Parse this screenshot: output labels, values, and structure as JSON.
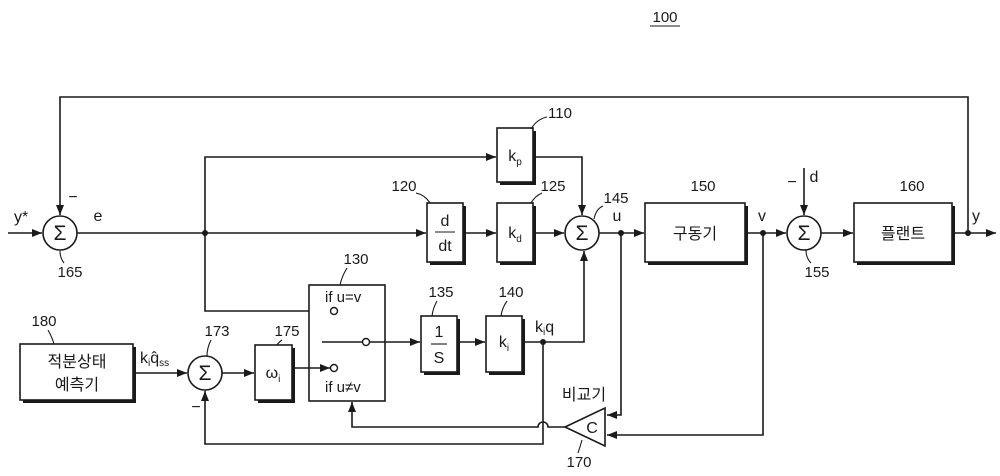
{
  "figure_number": "100",
  "sum_symbol": "Σ",
  "junctions": {
    "s165": {
      "ref": "165",
      "sign": "−"
    },
    "s145": {
      "ref": "145"
    },
    "s155": {
      "ref": "155",
      "sign": "−"
    },
    "s173": {
      "ref": "173",
      "sign": "−"
    }
  },
  "blocks": {
    "kp": {
      "ref": "110",
      "main": "k",
      "sub": "p"
    },
    "deriv": {
      "ref": "120",
      "num": "d",
      "den": "dt"
    },
    "kd": {
      "ref": "125",
      "main": "k",
      "sub": "d"
    },
    "driver": {
      "ref": "150",
      "label": "구동기"
    },
    "plant": {
      "ref": "160",
      "label": "플랜트"
    },
    "switch": {
      "ref": "130",
      "top": "if u=v",
      "bottom": "if u≠v"
    },
    "integrator": {
      "ref": "135",
      "num": "1",
      "den": "S"
    },
    "ki": {
      "ref": "140",
      "main": "k",
      "sub": "i"
    },
    "estimator": {
      "ref": "180",
      "line1": "적분상태",
      "line2": "예측기"
    },
    "omega": {
      "ref": "175",
      "main": "ω",
      "sub": "i"
    },
    "comparator": {
      "ref": "170",
      "label": "비교기",
      "symbol": "C"
    }
  },
  "signals": {
    "reference": "y*",
    "error": "e",
    "u": "u",
    "v": "v",
    "disturbance": "d",
    "output": "y",
    "kiq": {
      "k": "k",
      "i": "i",
      "q": "q"
    },
    "kiqss": {
      "k": "k",
      "i": "i",
      "q": "q̂",
      "ss": "ss"
    }
  }
}
